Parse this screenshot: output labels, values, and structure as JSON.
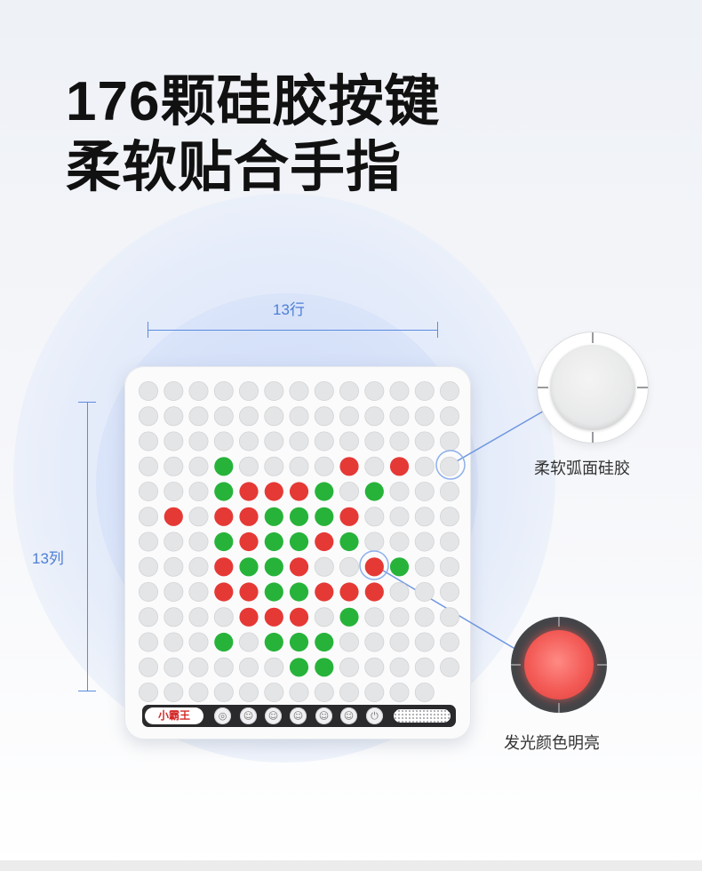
{
  "headline": {
    "line1": "176颗硅胶按键",
    "line2": "柔软贴合手指"
  },
  "dimensions": {
    "rows_label": "13行",
    "cols_label": "13列"
  },
  "device": {
    "brand": "小霸王",
    "grid": {
      "rows": 12,
      "cols": 13,
      "bottom_row_count": 12,
      "colors": {
        "off": "#e4e5e7",
        "red": "#e53935",
        "green": "#27b33a"
      },
      "lit_red": [
        [
          3,
          8
        ],
        [
          3,
          10
        ],
        [
          4,
          4
        ],
        [
          4,
          5
        ],
        [
          4,
          6
        ],
        [
          5,
          1
        ],
        [
          5,
          3
        ],
        [
          5,
          4
        ],
        [
          5,
          8
        ],
        [
          6,
          4
        ],
        [
          6,
          7
        ],
        [
          7,
          3
        ],
        [
          7,
          6
        ],
        [
          7,
          9
        ],
        [
          8,
          3
        ],
        [
          8,
          4
        ],
        [
          8,
          7
        ],
        [
          8,
          8
        ],
        [
          8,
          9
        ],
        [
          9,
          4
        ],
        [
          9,
          5
        ],
        [
          9,
          6
        ]
      ],
      "lit_green": [
        [
          3,
          3
        ],
        [
          4,
          3
        ],
        [
          4,
          7
        ],
        [
          4,
          9
        ],
        [
          5,
          5
        ],
        [
          5,
          6
        ],
        [
          5,
          7
        ],
        [
          6,
          3
        ],
        [
          6,
          5
        ],
        [
          6,
          6
        ],
        [
          6,
          8
        ],
        [
          7,
          4
        ],
        [
          7,
          5
        ],
        [
          7,
          10
        ],
        [
          8,
          5
        ],
        [
          8,
          6
        ],
        [
          9,
          8
        ],
        [
          10,
          3
        ],
        [
          10,
          5
        ],
        [
          10,
          6
        ],
        [
          10,
          7
        ],
        [
          11,
          6
        ],
        [
          11,
          7
        ]
      ]
    },
    "panel_buttons": [
      "◎",
      "☺",
      "☺",
      "☺",
      "☺",
      "☺",
      "⏻"
    ]
  },
  "callouts": {
    "silicone": "柔软弧面硅胶",
    "glow": "发光颜色明亮"
  },
  "accent_color": "#4e7fd4"
}
